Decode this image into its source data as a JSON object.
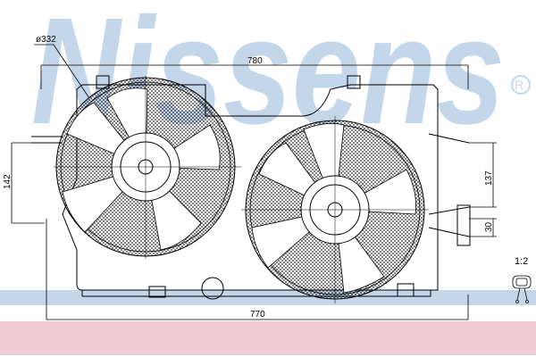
{
  "watermark": {
    "brand": "Nissens",
    "registered_mark": "®"
  },
  "dimensions": {
    "fan_diameter": "ø332",
    "top_width": "780",
    "bottom_width": "770",
    "left_height": "142",
    "right_height": "137",
    "right_small": "30"
  },
  "scale": "1:2",
  "colors": {
    "watermark": "#c4d6ea",
    "band_pink": "#f0cdd6",
    "line": "#000000"
  }
}
